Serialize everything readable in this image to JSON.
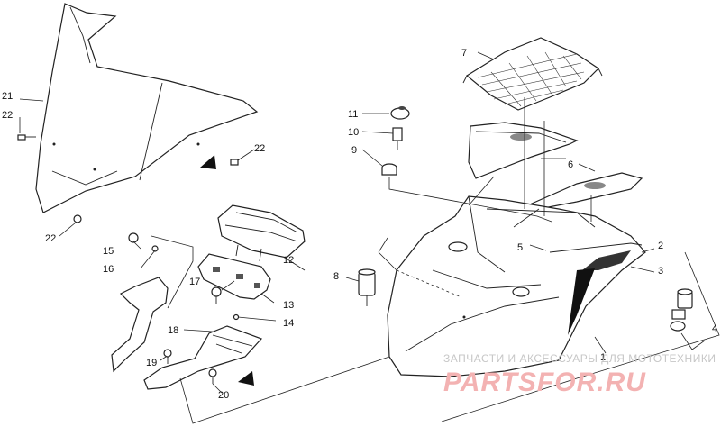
{
  "callouts": {
    "c1": "1",
    "c2": "2",
    "c3": "3",
    "c4": "4",
    "c5": "5",
    "c6": "6",
    "c7": "7",
    "c8": "8",
    "c9": "9",
    "c10": "10",
    "c11": "11",
    "c12": "12",
    "c13": "13",
    "c14": "14",
    "c15": "15",
    "c16": "16",
    "c17": "17",
    "c18": "18",
    "c19": "19",
    "c20": "20",
    "c21": "21",
    "c22a": "22",
    "c22b": "22",
    "c22c": "22"
  },
  "watermark": {
    "tagline": "ЗАПЧАСТИ И АКСЕССУАРЫ ДЛЯ МОТОТЕХНИКИ",
    "brand": "PARTSFOR.RU"
  },
  "colors": {
    "line": "#222222",
    "watermark_main": "#f3b2b2",
    "watermark_tagline": "#c7c7c7"
  }
}
